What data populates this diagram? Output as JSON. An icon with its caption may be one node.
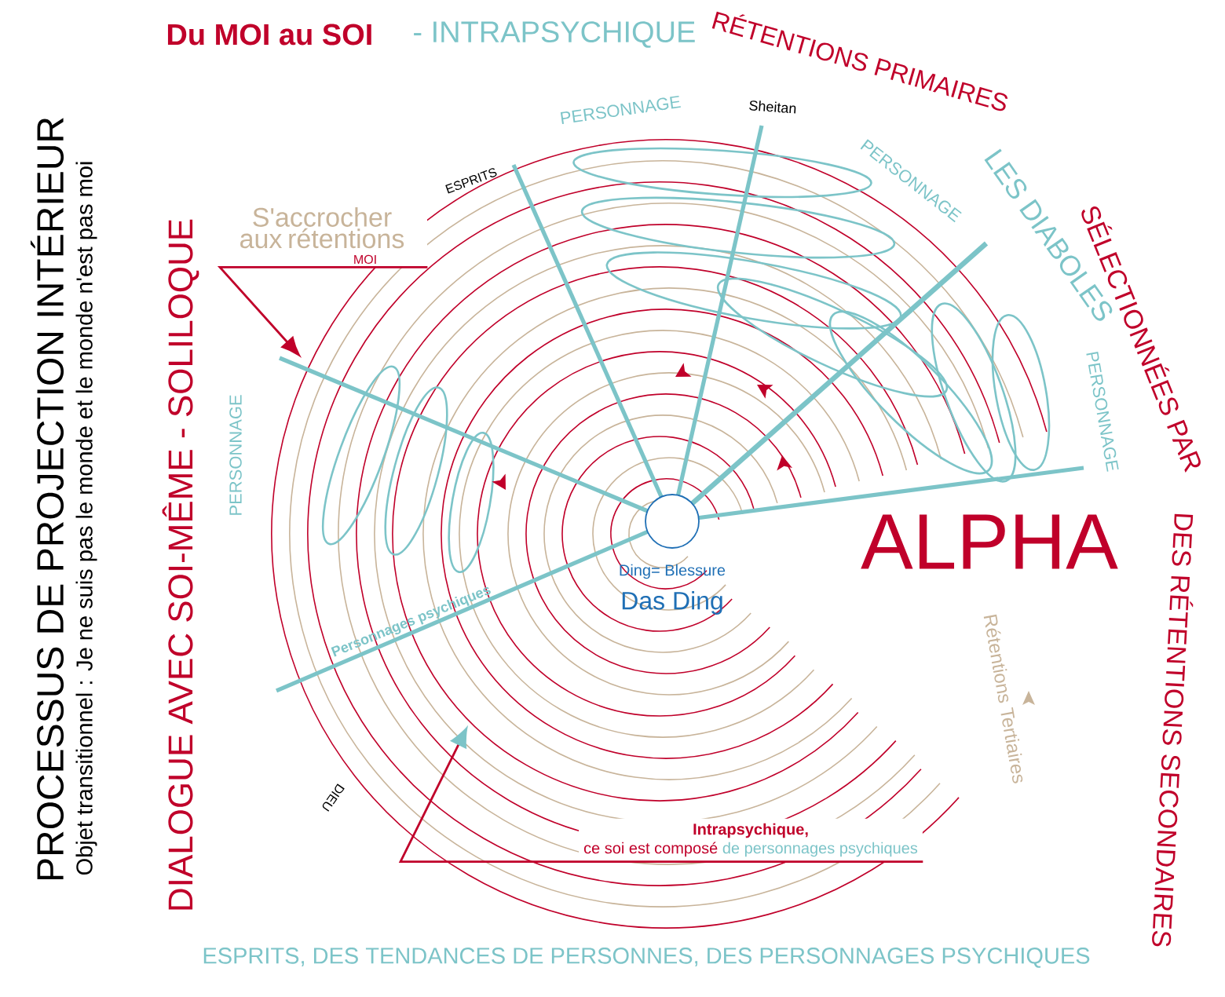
{
  "diagram": {
    "title": "PROCESSUS DE PROJECTION INTÉRIEUR",
    "nodes": [
      {
        "text": [
          "S'accrocher aux rétentions",
          "MOI"
        ]
      },
      {
        "text": [
          "Intrapsychique,",
          "ce soi est composé",
          "de personnages psychiques"
        ]
      },
      {
        "text": [],
        "shape": "circle",
        "beside": [
          "Ding= Blessure",
          "Das Ding"
        ]
      }
    ],
    "edges": [
      {
        "from": 0,
        "to": null,
        "arrow": "to"
      },
      {
        "from": 1,
        "to": null,
        "arrow": "to"
      }
    ],
    "labels": [
      "Objet transitionnel : Je ne suis pas le monde et le monde n'est pas moi",
      "Du MOI au SOI",
      "- INTRAPSYCHIQUE",
      "RÉTENTIONS PRIMAIRES",
      "SÉLECTIONNÉES PAR",
      "DES RÉTENTIONS SECONDAIRES",
      "DIALOGUE AVEC SOI-MÊME - SOLILOQUE",
      "ESPRITS, DES TENDANCES DE PERSONNES, DES PERSONNAGES PSYCHIQUES",
      "ESPRITS",
      "PERSONNAGE",
      "Sheitan",
      "PERSONNAGE",
      "LES DIABOLES",
      "PERSONNAGE",
      "PERSONNAGE",
      "ALPHA",
      "Personnages psychiques",
      "Rétentions Tertiaires",
      "DIEU"
    ]
  }
}
